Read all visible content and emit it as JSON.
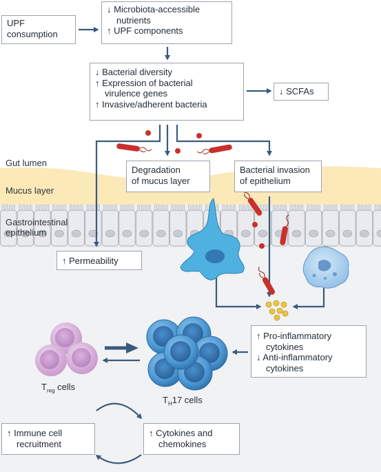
{
  "nodes": {
    "upf_consumption": [
      "UPF",
      "consumption"
    ],
    "microbiota": [
      "↓ Microbiota-accessible",
      "nutrients",
      "↑ UPF components"
    ],
    "bacterial_changes": [
      "↓ Bacterial diversity",
      "↑ Expression of bacterial",
      "virulence genes",
      "↑ Invasive/adherent bacteria"
    ],
    "scfas": "↓ SCFAs",
    "mucus_degradation": [
      "Degradation",
      "of mucus layer"
    ],
    "bacterial_invasion": [
      "Bacterial invasion",
      "of epithelium"
    ],
    "permeability": "↑ Permeability",
    "cytokines_balance": [
      "↑ Pro-inflammatory",
      "cytokines",
      "↓ Anti-inflammatory",
      "cytokines"
    ],
    "immune_recruitment": [
      "↑ Immune cell",
      "recruitment"
    ],
    "cytokines_chemokines": [
      "↑ Cytokines and",
      "chemokines"
    ]
  },
  "zones": {
    "gut_lumen": "Gut lumen",
    "mucus_layer": "Mucus layer",
    "epithelium": [
      "Gastrointestinal",
      "epithelium"
    ]
  },
  "cells": {
    "treg": {
      "main": "T",
      "sub": "reg",
      "suffix": " cells"
    },
    "th17": {
      "main": "T",
      "sub": "H",
      "suffix": "17 cells"
    }
  },
  "colors": {
    "arrow": "#3a5a7d",
    "mucus": "#fbe9b8",
    "epithelium_bg": "#f1f2f4",
    "th17_cell": "#5aa2d6",
    "treg_cell": "#d9b4dc",
    "bacteria": "#c9302c",
    "dendritic_cell": "#4fb1e0",
    "macrophage": "#9dc8ea",
    "cytokine": "#e8c44a"
  }
}
